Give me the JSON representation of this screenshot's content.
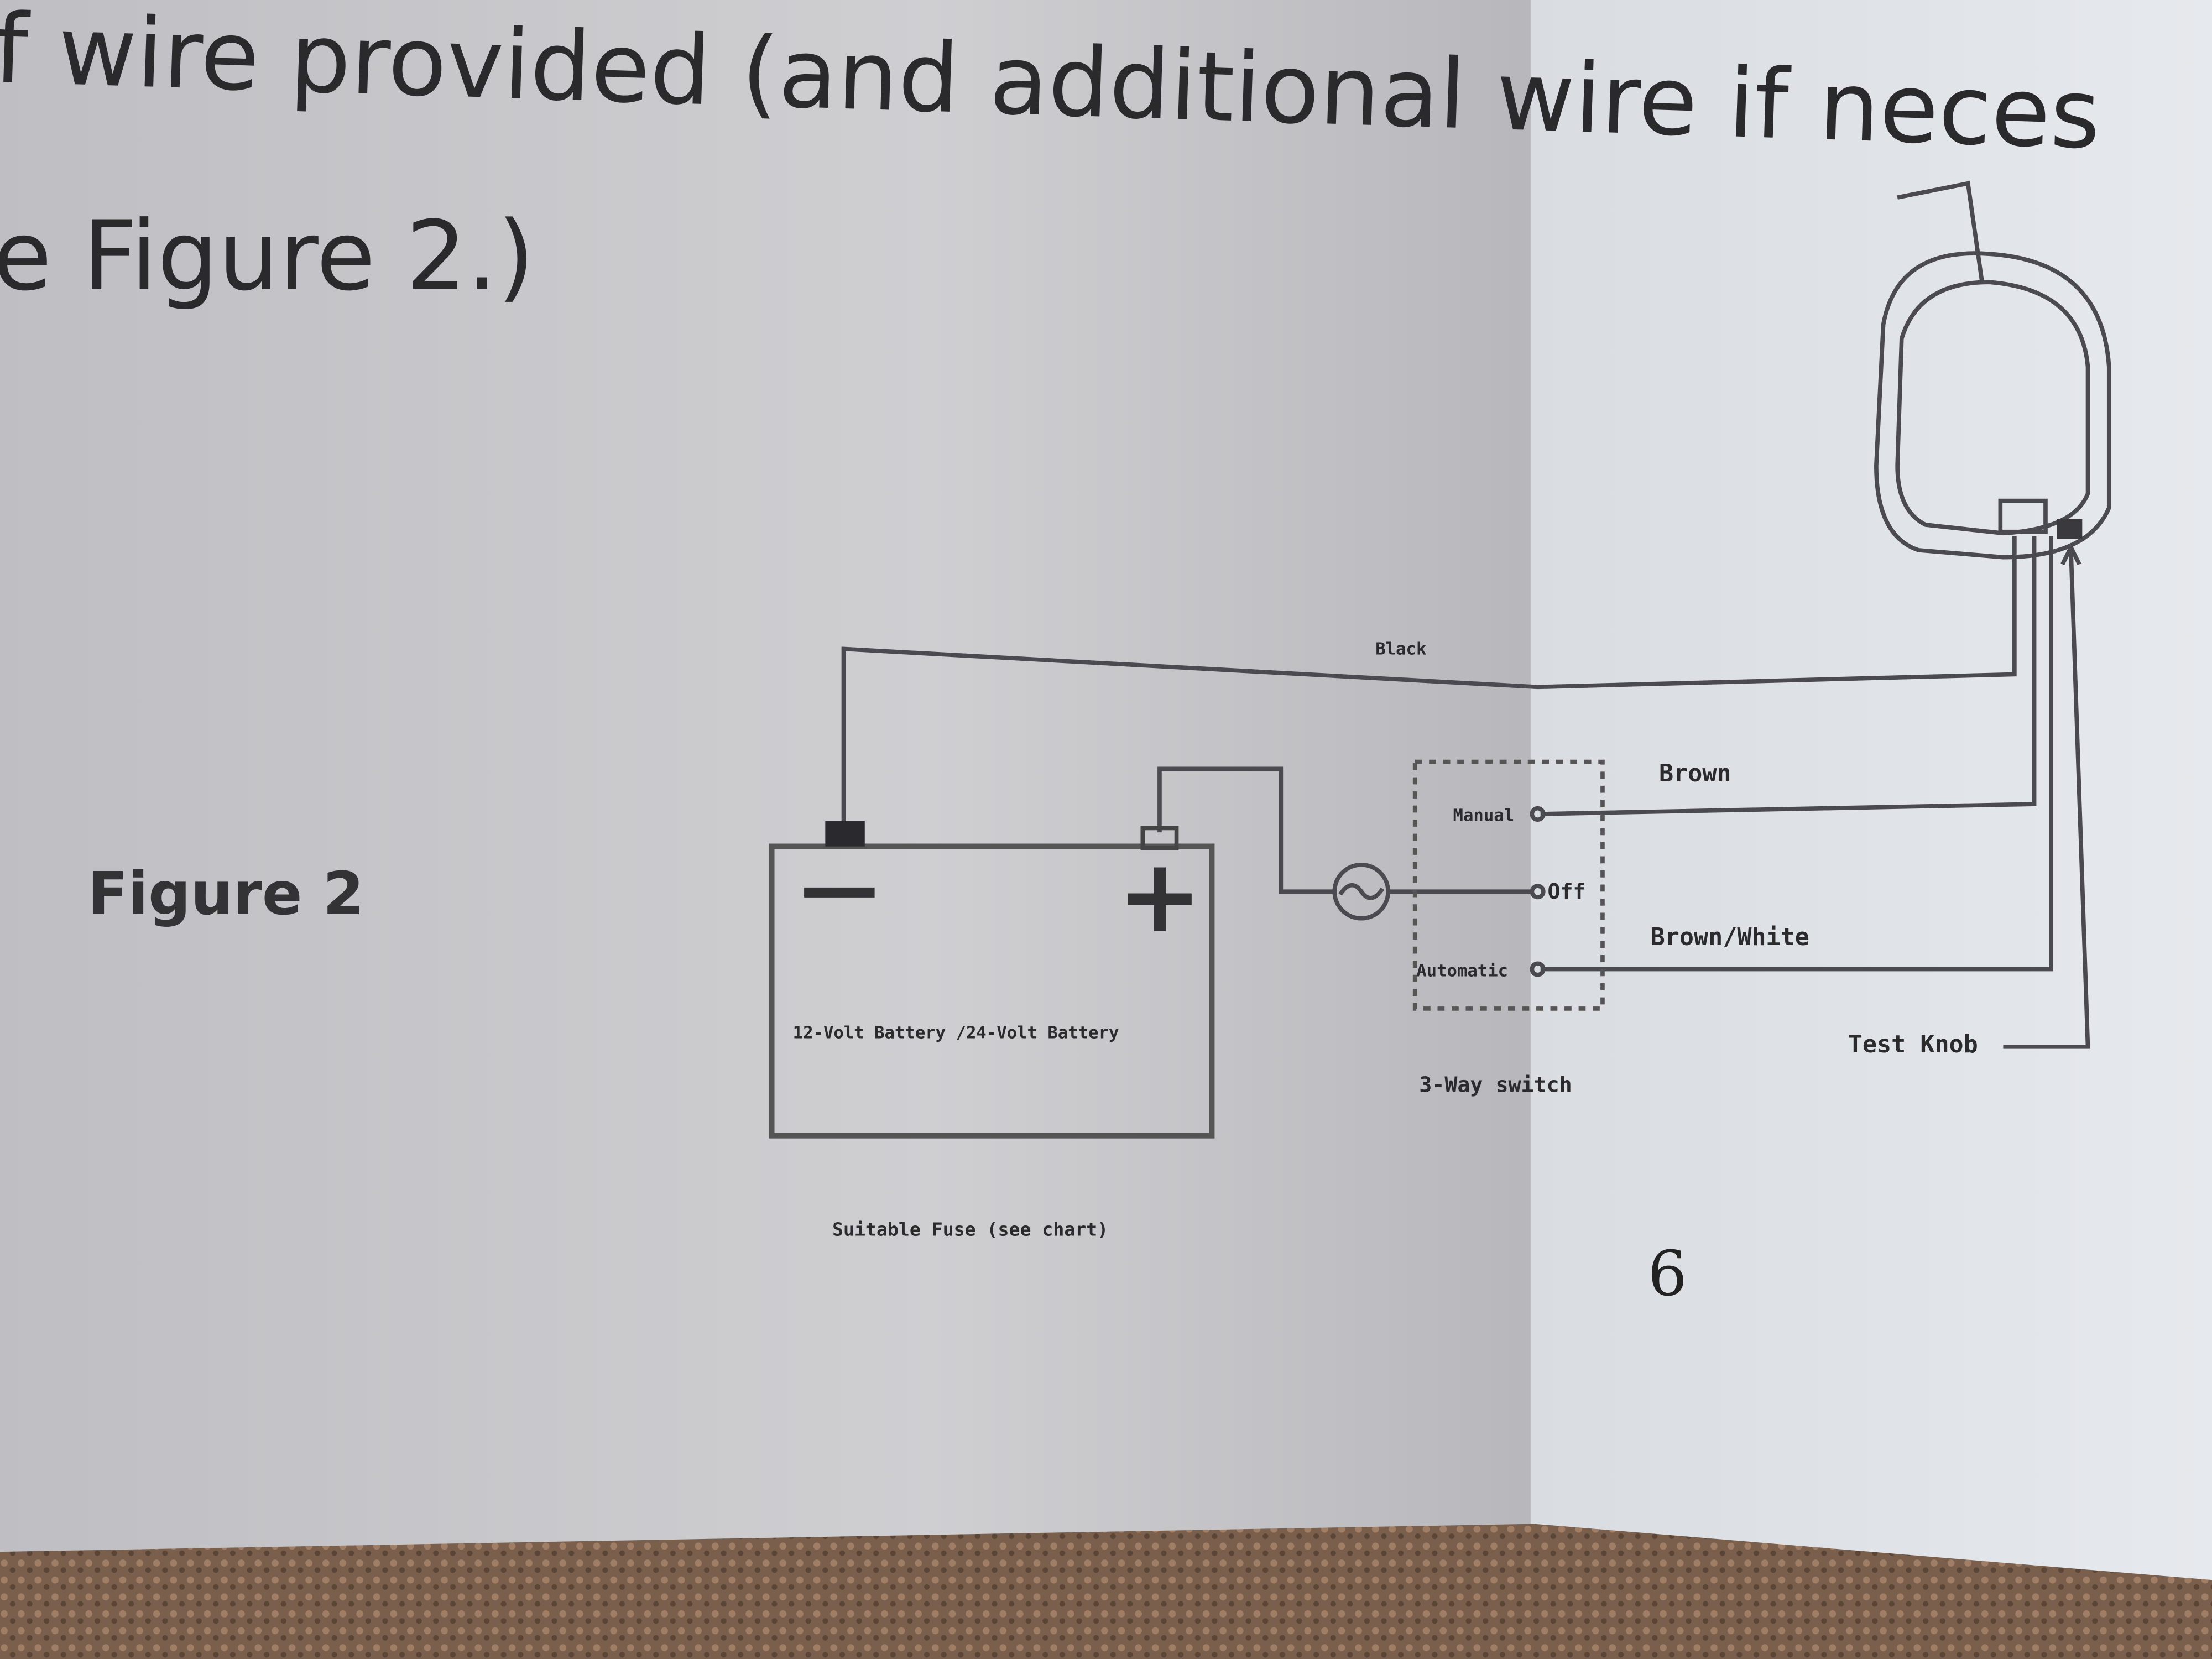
{
  "page": {
    "intro_line1": "f wire provided (and additional wire if neces",
    "intro_line2": "e Figure 2.)",
    "figure_label": "Figure 2",
    "page_number": "6"
  },
  "diagram": {
    "battery_label": "12-Volt Battery /24-Volt Battery",
    "battery_negative": "—",
    "battery_positive": "+",
    "fuse_label": "Suitable Fuse (see chart)",
    "wire_black": "Black",
    "wire_brown": "Brown",
    "wire_brown_white": "Brown/White",
    "switch_manual": "Manual",
    "switch_off": "Off",
    "switch_automatic": "Automatic",
    "switch_label": "3-Way switch",
    "test_knob": "Test Knob"
  },
  "colors": {
    "paper_left": "#c9c9cc",
    "paper_right": "#e2e6ea",
    "carpet": "#7a5f4c",
    "ink": "#2b2b2e"
  }
}
